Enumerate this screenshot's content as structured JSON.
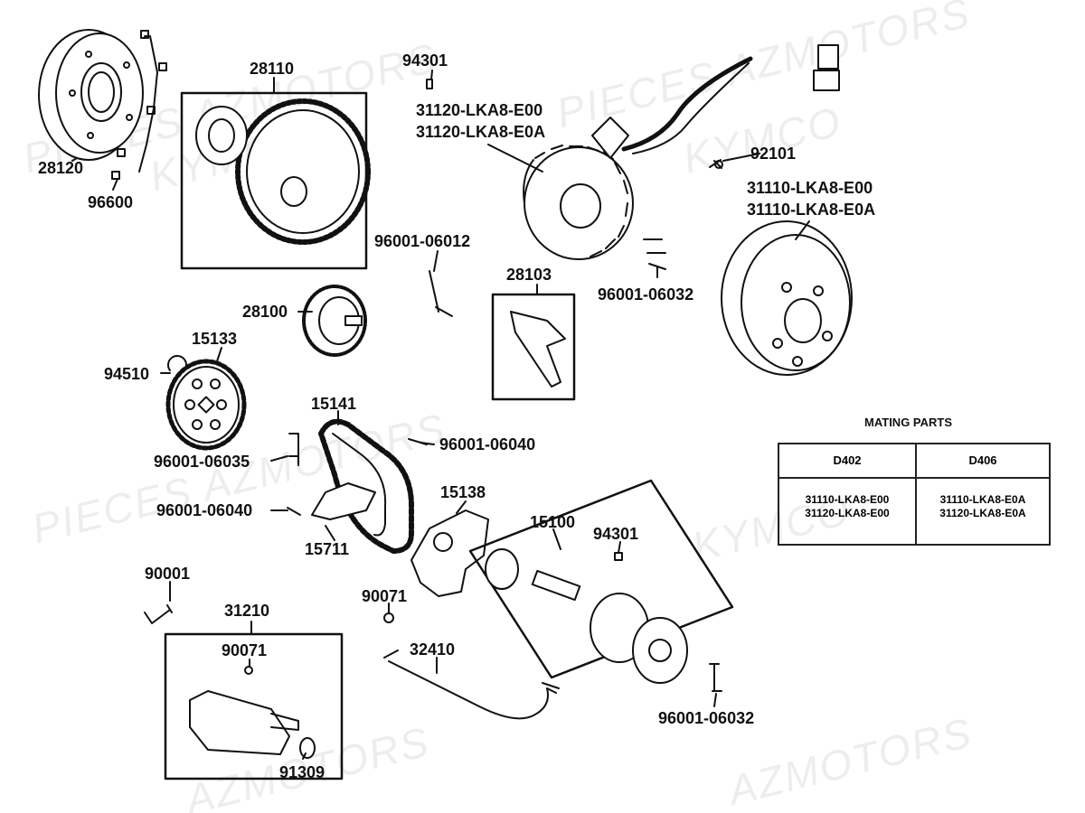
{
  "watermarks": [
    "PIECES AZMOTORS",
    "KYMCO",
    "PIECES AZMOTORS",
    "KYMCO",
    "PIECES AZMOTORS",
    "KYMCO",
    "AZMOTORS",
    "AZMOTORS"
  ],
  "labels": {
    "p28120": "28120",
    "p96600": "96600",
    "p28110": "28110",
    "p94301_top": "94301",
    "p31120_e00": "31120-LKA8-E00",
    "p31120_e0a": "31120-LKA8-E0A",
    "p92101": "92101",
    "p31110_e00": "31110-LKA8-E00",
    "p31110_e0a": "31110-LKA8-E0A",
    "p96001_06012": "96001-06012",
    "p28103": "28103",
    "p96001_06032_top": "96001-06032",
    "p28100": "28100",
    "p15133": "15133",
    "p94510": "94510",
    "p15141": "15141",
    "p96001_06040_right": "96001-06040",
    "p96001_06035": "96001-06035",
    "p96001_06040_left": "96001-06040",
    "p15138": "15138",
    "p15711": "15711",
    "p15100": "15100",
    "p94301_mid": "94301",
    "p90001": "90001",
    "p90071_mid": "90071",
    "p31210": "31210",
    "p90071_box": "90071",
    "p32410": "32410",
    "p91309": "91309",
    "p96001_06032_bottom": "96001-06032"
  },
  "mating_table": {
    "title": "MATING PARTS",
    "headers": [
      "D402",
      "D406"
    ],
    "col1": [
      "31110-LKA8-E00",
      "31120-LKA8-E00"
    ],
    "col2": [
      "31110-LKA8-E0A",
      "31120-LKA8-E0A"
    ]
  }
}
